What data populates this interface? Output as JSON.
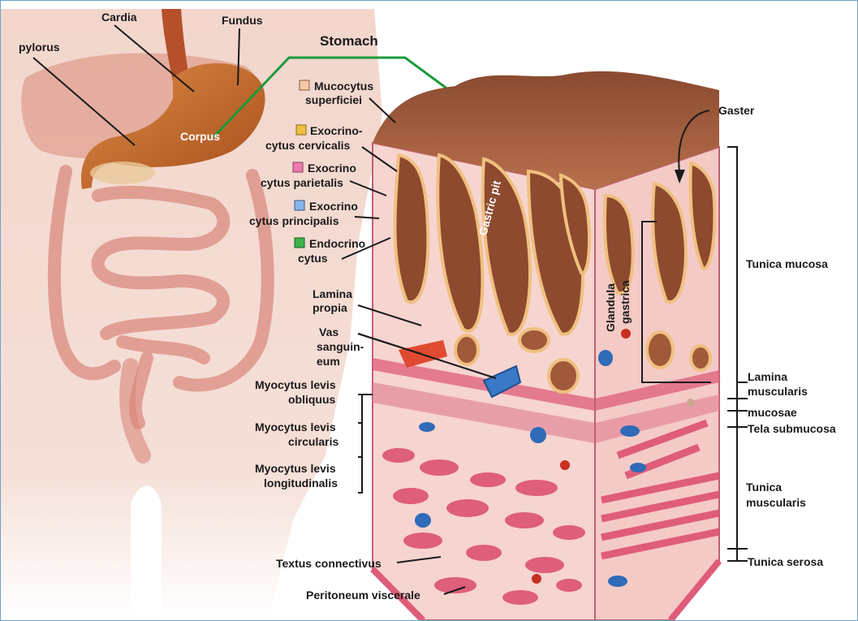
{
  "title": "Stomach",
  "body_labels": {
    "pylorus": "pylorus",
    "cardia": "Cardia",
    "fundus": "Fundus",
    "corpus": "Corpus"
  },
  "cell_legend": [
    {
      "line1": "Mucocytus",
      "line2": "superficiei",
      "color": "#f4c9a8"
    },
    {
      "line1": "Exocrino-",
      "line2": "cytus cervicalis",
      "color": "#f0c040"
    },
    {
      "line1": "Exocrino",
      "line2": "cytus parietalis",
      "color": "#f07ab0"
    },
    {
      "line1": "Exocrino",
      "line2": "cytus principalis",
      "color": "#8ab4e8"
    },
    {
      "line1": "Endocrino",
      "line2": "cytus",
      "color": "#3cb34a"
    }
  ],
  "left_labels": {
    "lamina_propia": [
      "Lamina",
      "propia"
    ],
    "vas": [
      "Vas",
      "sanguin-",
      "eum"
    ],
    "obliquus": [
      "Myocytus levis",
      "obliquus"
    ],
    "circularis": [
      "Myocytus levis",
      "circularis"
    ],
    "longitudinalis": [
      "Myocytus levis",
      "longitudinalis"
    ],
    "connectivus": "Textus connectivus",
    "peritoneum": "Peritoneum viscerale"
  },
  "inner_labels": {
    "gastric_pit": "Gastric pit",
    "glandula": [
      "Glandula",
      "gastrica"
    ]
  },
  "right_labels": {
    "gaster": "Gaster",
    "tunica_mucosa": "Tunica mucosa",
    "lamina_muscularis": [
      "Lamina",
      "muscularis"
    ],
    "mucosae": "mucosae",
    "tela_submucosa": "Tela submucosa",
    "tunica_muscularis": [
      "Tunica",
      "muscularis"
    ],
    "tunica_serosa": "Tunica serosa"
  },
  "colors": {
    "tissue": "#f6d4d0",
    "muscle": "#de5c79",
    "surface": "#a0583a",
    "stomach": "#c86a30",
    "pointer": "#1a9a3a"
  }
}
